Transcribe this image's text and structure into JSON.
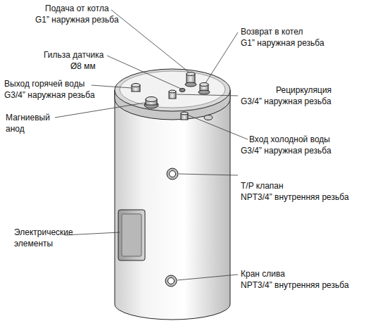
{
  "diagram": {
    "labels": [
      "Подача от котла",
      "G1” наружная резьба",
      "Гильза датчика",
      "Ø8 мм",
      "Выход горячей воды",
      "G3/4” наружная резьба",
      "Магниевый анод",
      "Возврат в котел",
      "G1” наружная резьба",
      "Рециркуляция",
      "G3/4” наружная резьба",
      "Вход холодной воды",
      "G3/4” наружная резьба",
      "T/P клапан",
      "NPT3/4” внутренняя резьба",
      "Электрические элементы",
      "Кран слива",
      "NPT3/4” внутренняя резьба"
    ]
  }
}
